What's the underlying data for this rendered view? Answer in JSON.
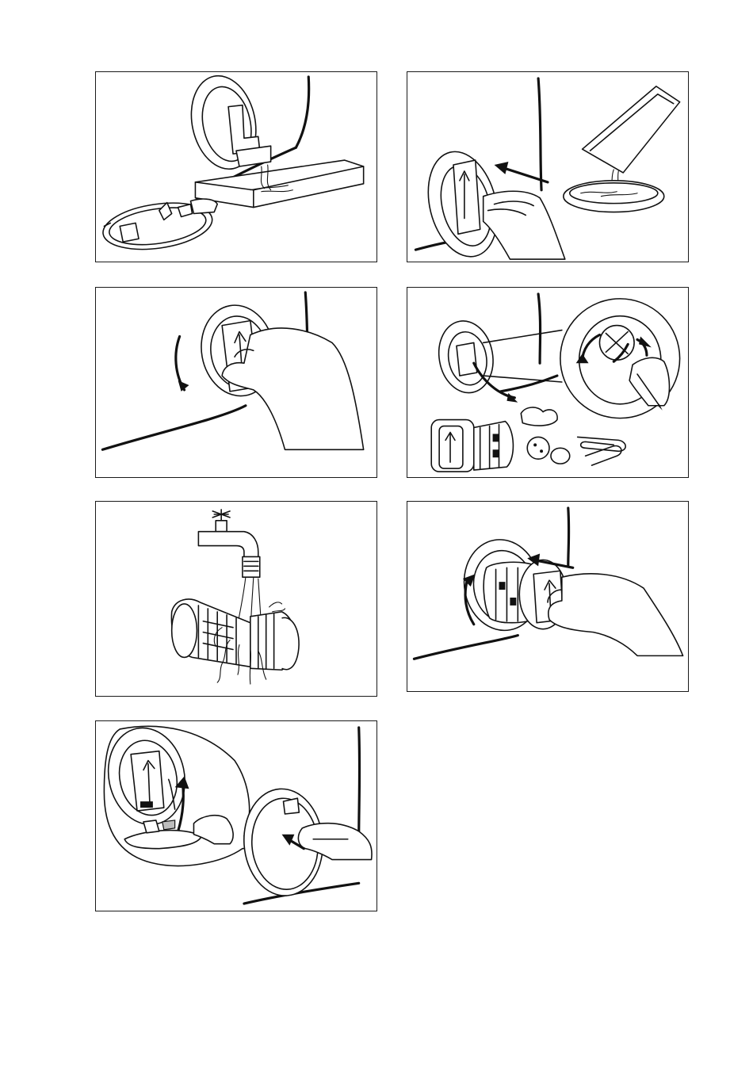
{
  "page": {
    "panels": [
      {
        "id": "step-1",
        "scene": "drain-water-into-container"
      },
      {
        "id": "step-2",
        "scene": "empty-container-into-bowl"
      },
      {
        "id": "step-3",
        "scene": "turn-and-pull-out-filter"
      },
      {
        "id": "step-4",
        "scene": "remove-debris-from-pump"
      },
      {
        "id": "step-5",
        "scene": "rinse-filter-under-tap"
      },
      {
        "id": "step-6",
        "scene": "reinsert-and-turn-filter"
      },
      {
        "id": "step-7",
        "scene": "close-service-flap"
      }
    ]
  }
}
